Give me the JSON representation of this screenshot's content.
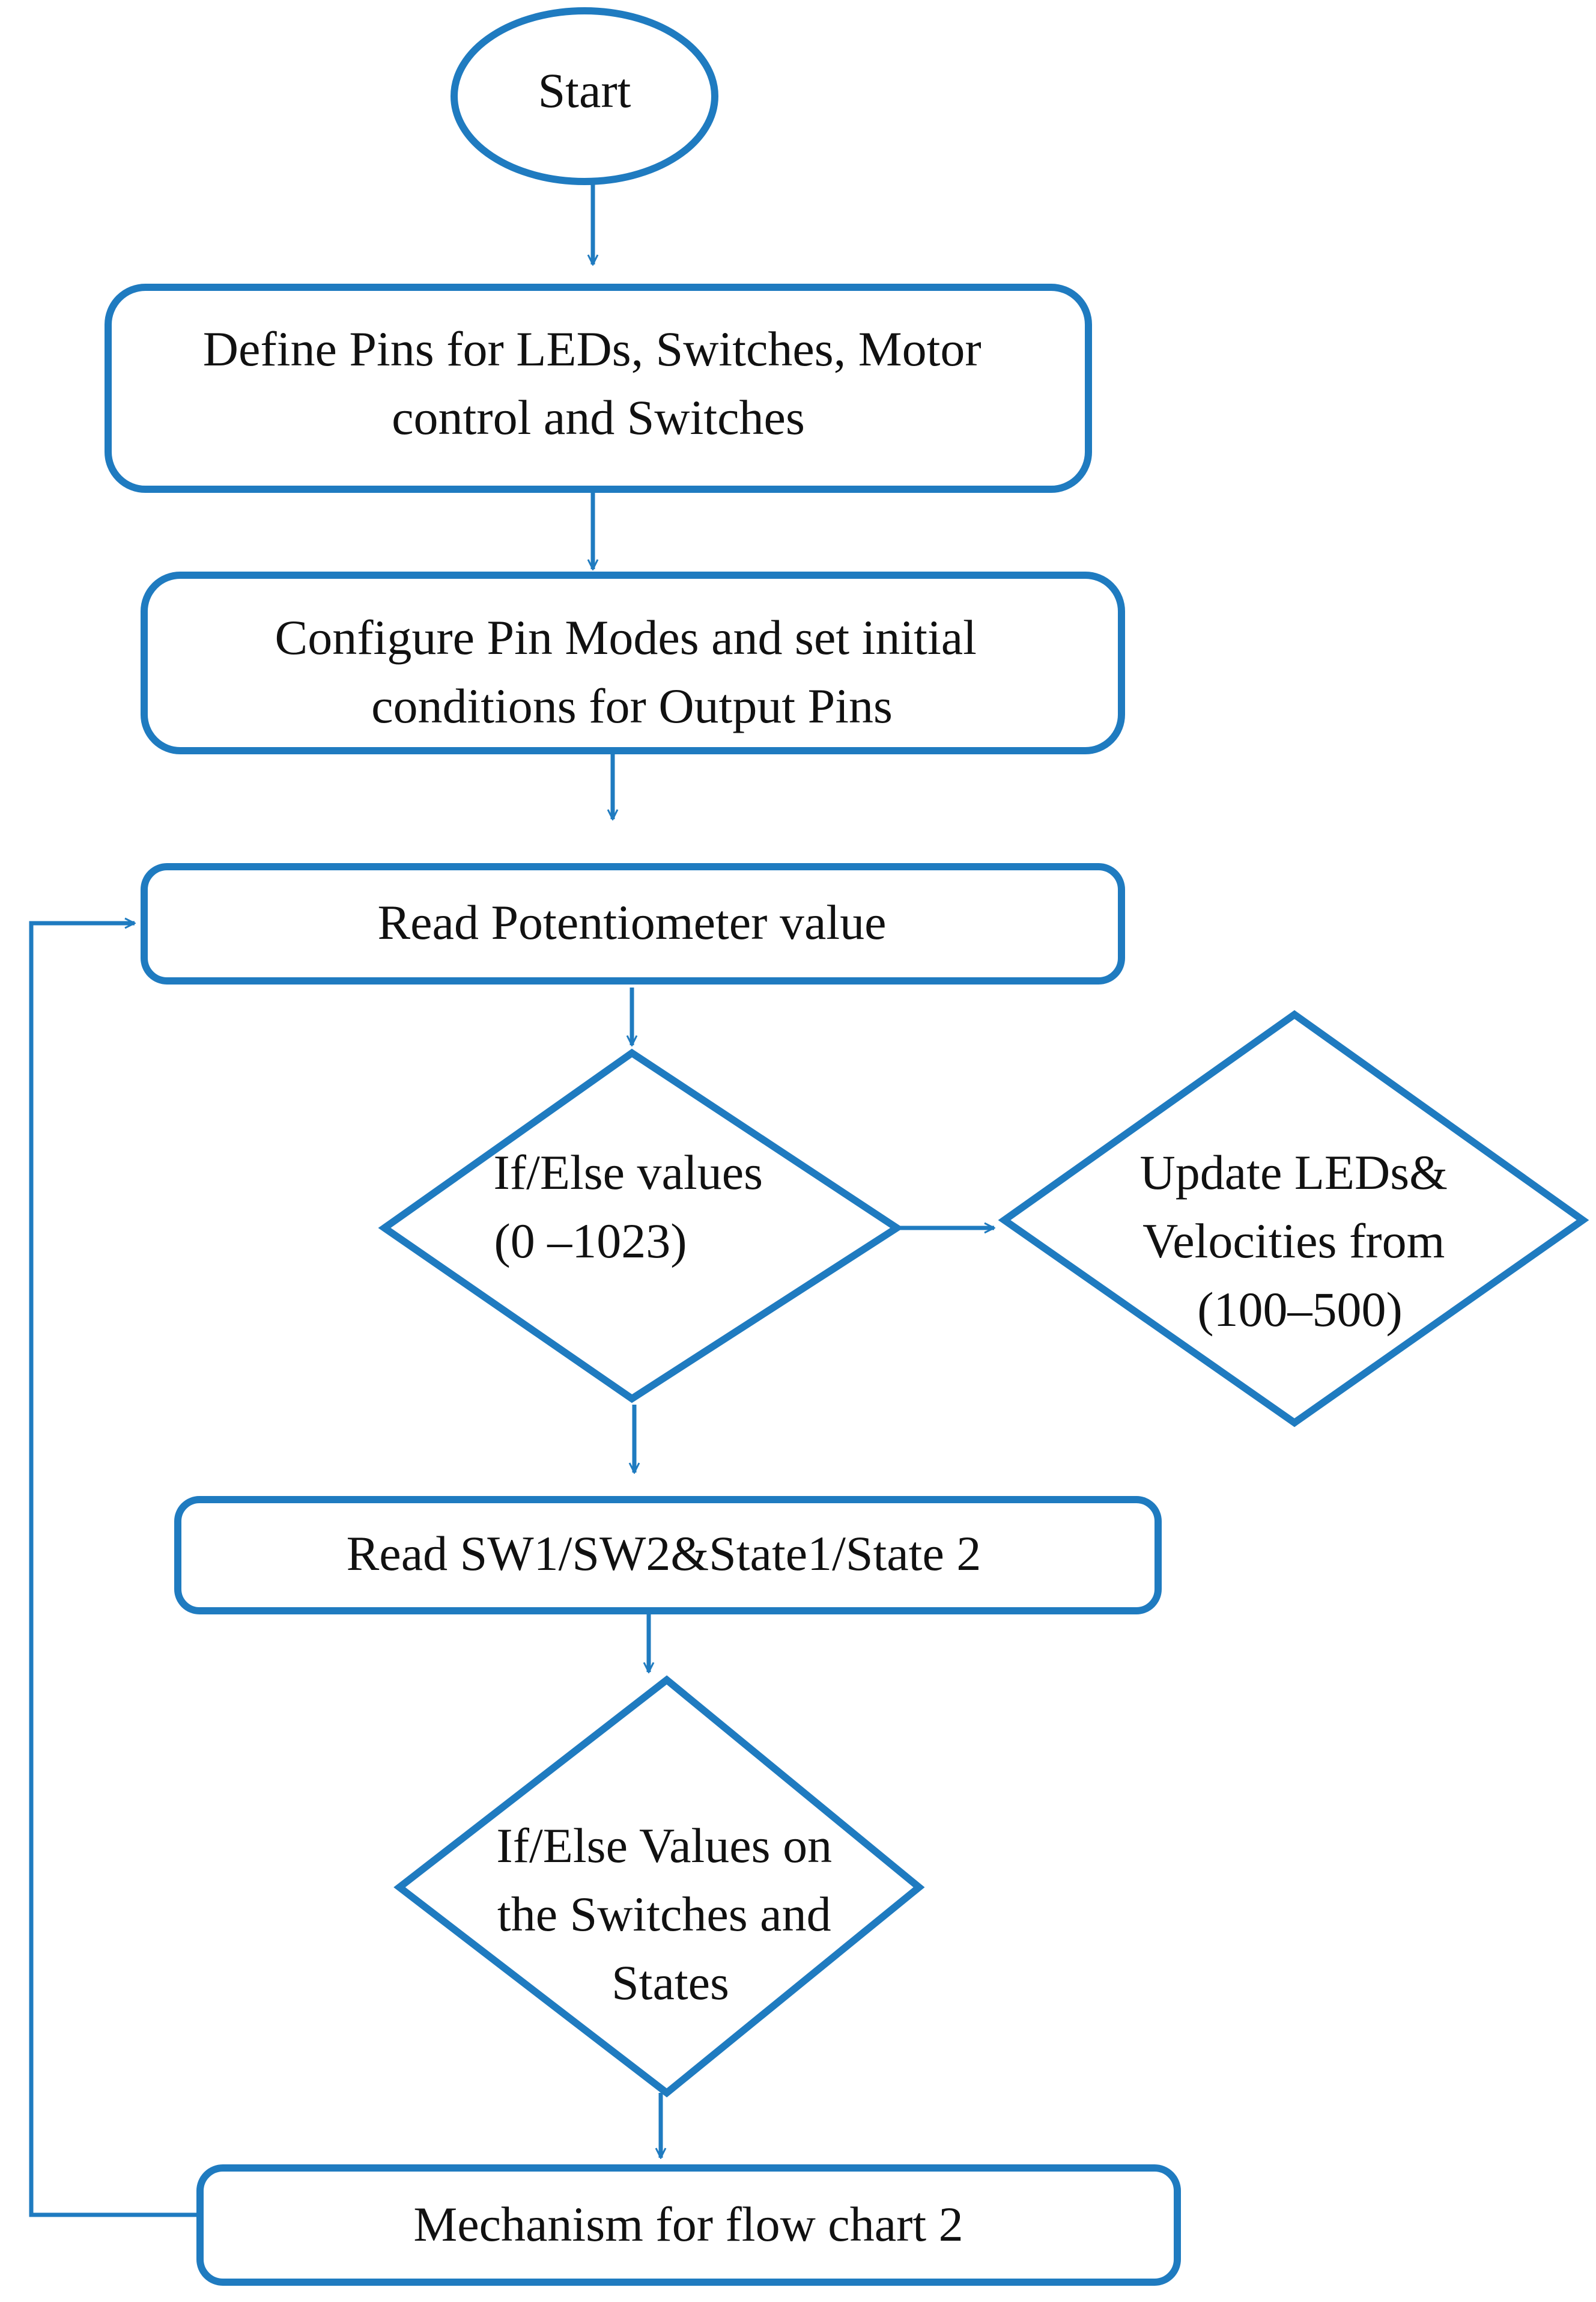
{
  "colors": {
    "stroke": "#1f7bc0",
    "text": "#111111",
    "background": "#ffffff"
  },
  "nodes": {
    "start": {
      "lines": [
        "Start"
      ]
    },
    "define_pins": {
      "lines": [
        "Define Pins for LEDs, Switches, Motor",
        "control and Switches"
      ]
    },
    "configure_pins": {
      "lines": [
        "Configure Pin Modes and set initial",
        "conditions for Output Pins"
      ]
    },
    "read_pot": {
      "lines": [
        "Read Potentiometer value"
      ]
    },
    "ifelse_values": {
      "lines": [
        "If/Else values",
        "(0 –1023)"
      ]
    },
    "update_leds": {
      "lines": [
        "Update LEDs&",
        "Velocities from",
        "(100–500)"
      ]
    },
    "read_switches": {
      "lines": [
        "Read SW1/SW2&State1/State 2"
      ]
    },
    "ifelse_switches": {
      "lines": [
        "If/Else Values on",
        "the Switches and",
        "States"
      ]
    },
    "mechanism": {
      "lines": [
        "Mechanism for flow chart 2"
      ]
    }
  }
}
